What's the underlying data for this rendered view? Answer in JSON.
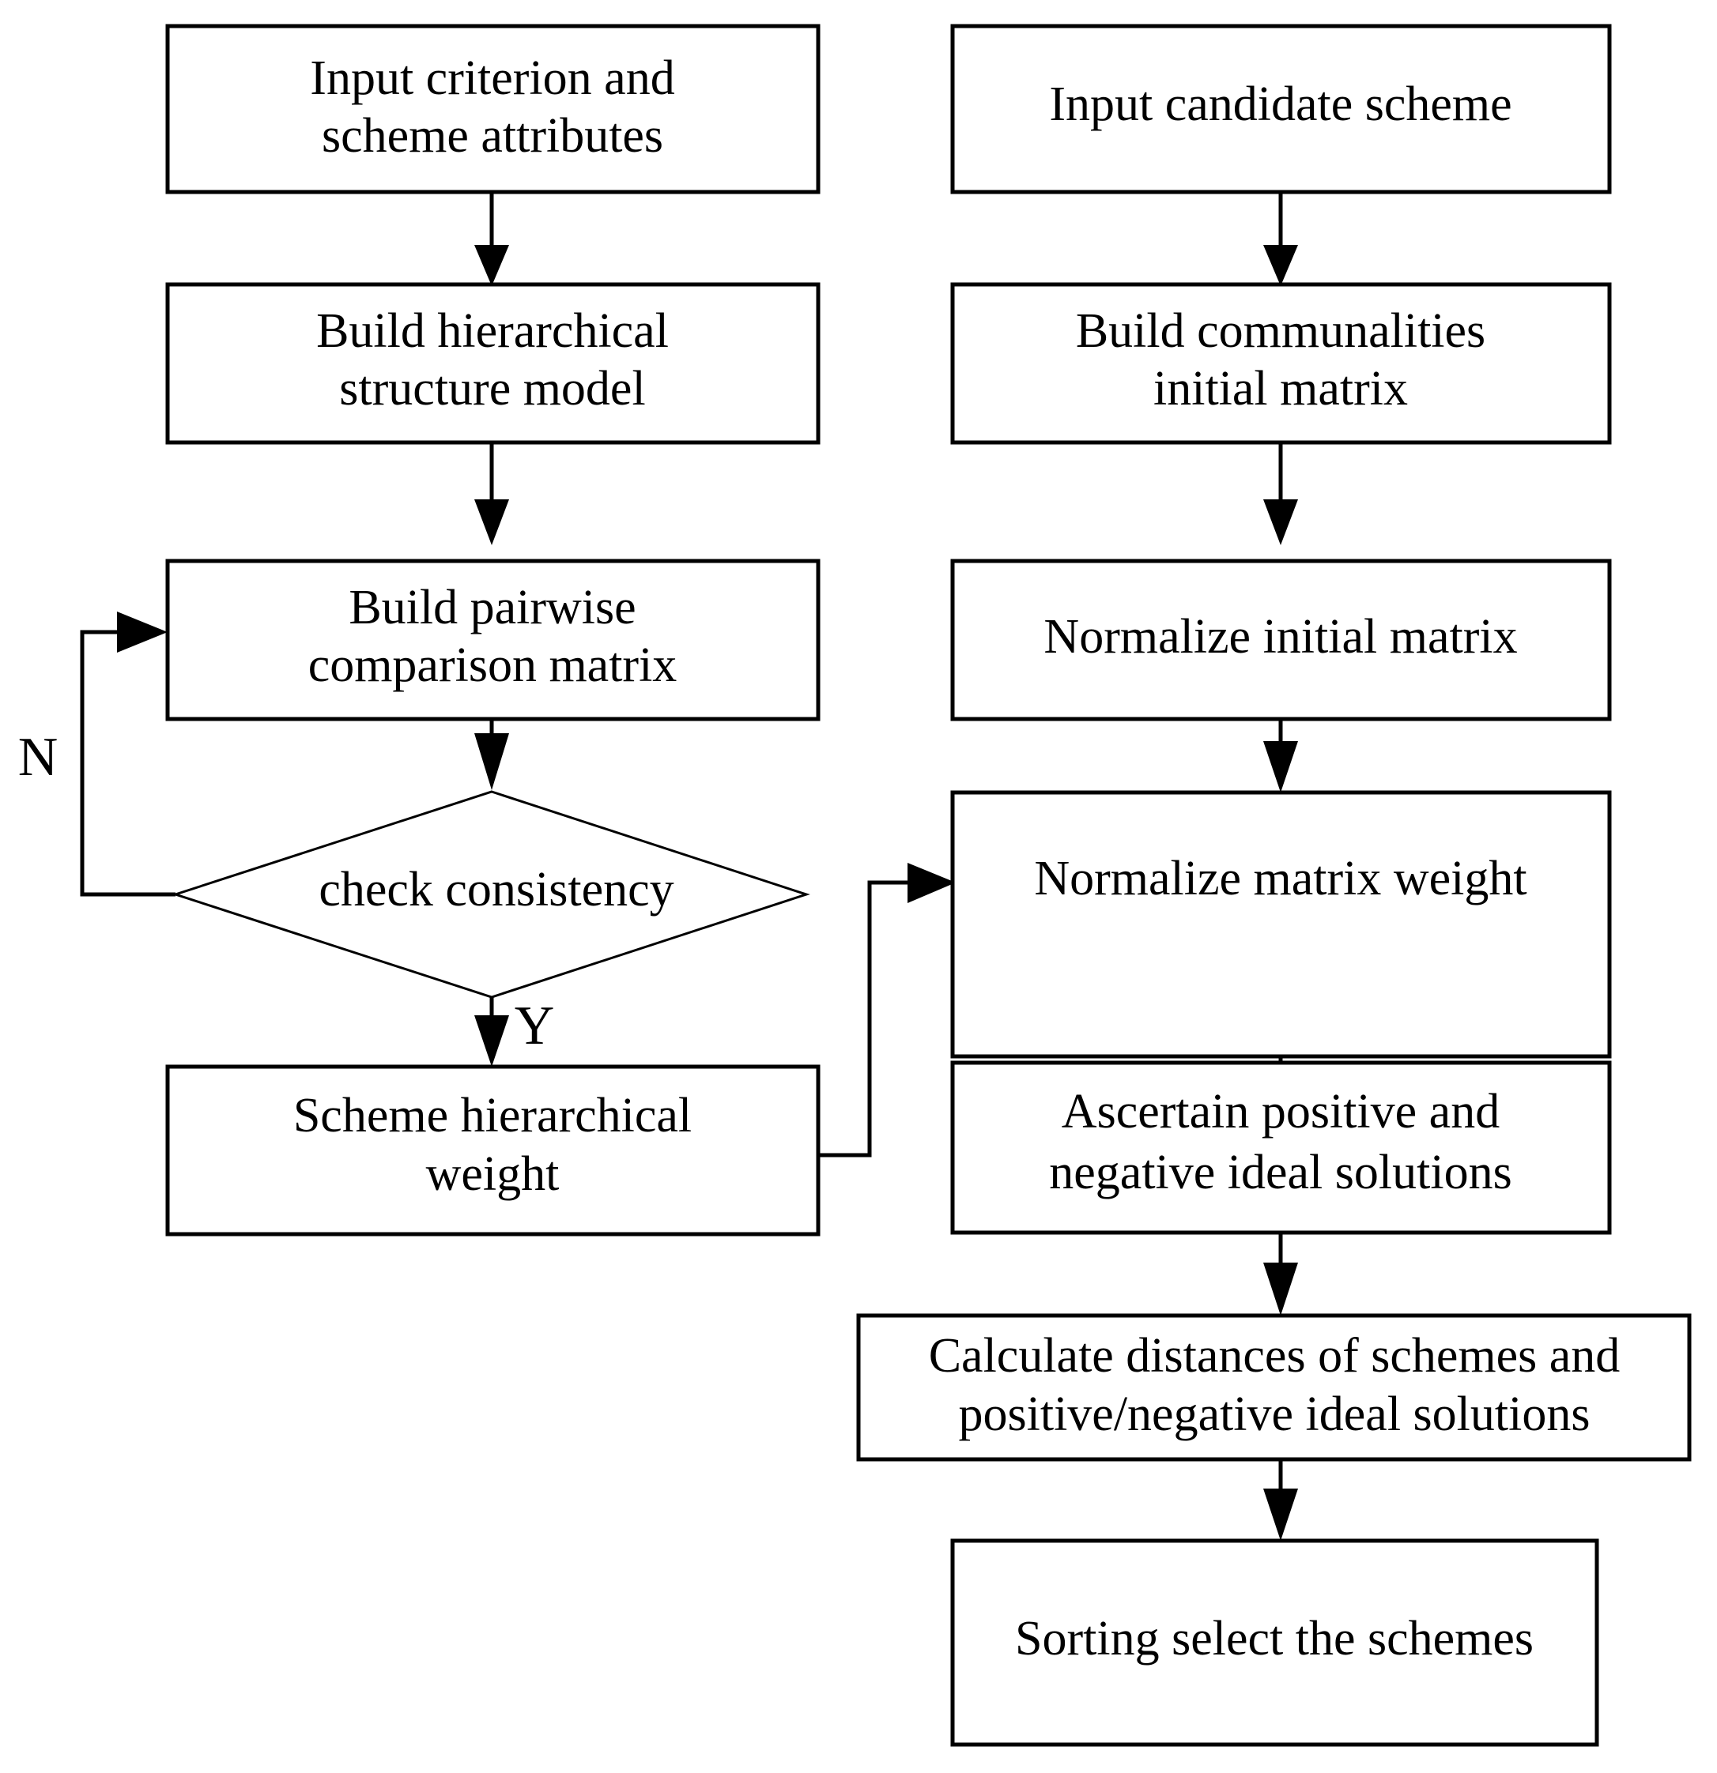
{
  "diagram": {
    "type": "flowchart",
    "title": "AHP-TOPSIS scheme evaluation flowchart",
    "background_color": "#ffffff",
    "line_color": "#000000",
    "text_color": "#000000",
    "left_column": {
      "nodes": [
        {
          "id": "input-criterion",
          "shape": "rectangle",
          "line1": "Input criterion and",
          "line2": "scheme  attributes"
        },
        {
          "id": "build-hierarchical",
          "shape": "rectangle",
          "line1": "Build hierarchical",
          "line2": "structure model"
        },
        {
          "id": "build-pairwise",
          "shape": "rectangle",
          "line1": "Build pairwise",
          "line2": "comparison matrix"
        },
        {
          "id": "check-consistency",
          "shape": "diamond",
          "line1": "check consistency",
          "line2": ""
        },
        {
          "id": "scheme-weight",
          "shape": "rectangle",
          "line1": "Scheme hierarchical",
          "line2": "weight"
        }
      ]
    },
    "right_column": {
      "nodes": [
        {
          "id": "input-candidate",
          "shape": "rectangle",
          "line1": "Input candidate scheme",
          "line2": ""
        },
        {
          "id": "build-communalities",
          "shape": "rectangle",
          "line1": "Build communalities",
          "line2": "initial matrix"
        },
        {
          "id": "normalize-initial",
          "shape": "rectangle",
          "line1": "Normalize initial matrix",
          "line2": ""
        },
        {
          "id": "normalize-weight",
          "shape": "rectangle",
          "line1": "Normalize matrix weight",
          "line2": ""
        },
        {
          "id": "ascertain-ideal",
          "shape": "rectangle",
          "line1": "Ascertain positive and",
          "line2": "negative ideal solutions"
        },
        {
          "id": "calculate-distances",
          "shape": "rectangle",
          "line1": "Calculate distances of schemes and",
          "line2": "positive/negative ideal solutions"
        },
        {
          "id": "sorting-select",
          "shape": "rectangle",
          "line1": "Sorting select the schemes",
          "line2": ""
        }
      ]
    },
    "branch_labels": {
      "no": "N",
      "yes": "Y"
    }
  }
}
